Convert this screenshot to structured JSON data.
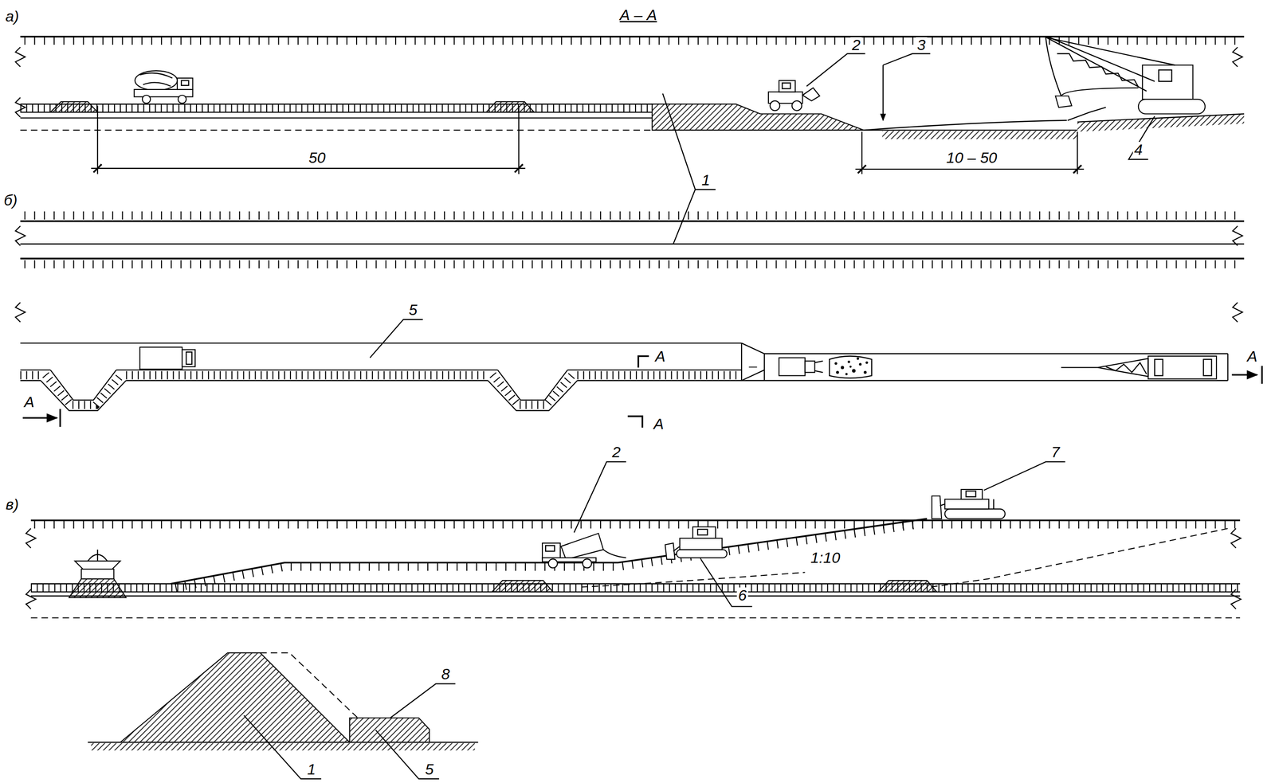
{
  "diagram": {
    "labels": [
      "а)",
      "А – А",
      "2",
      "3",
      "50",
      "10 – 50",
      "4",
      "1",
      "б)",
      "5",
      "А",
      "А",
      "А",
      "А",
      "в)",
      "2",
      "7",
      "6",
      "1:10",
      "8",
      "1",
      "5"
    ]
  }
}
